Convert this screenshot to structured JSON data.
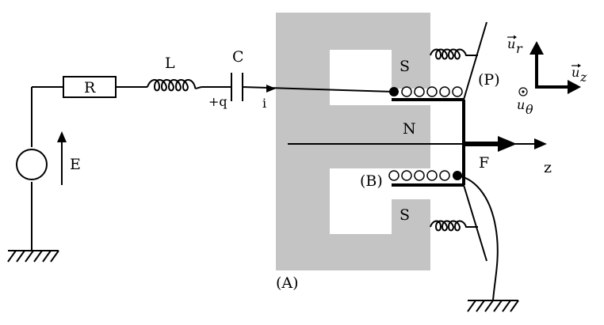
{
  "labels": {
    "R": "R",
    "L": "L",
    "C": "C",
    "charge": "+q",
    "current": "i",
    "E": "E",
    "S_top": "S",
    "S_bottom": "S",
    "N": "N",
    "P": "(P)",
    "B": "(B)",
    "F": "F",
    "z": "z",
    "A": "(A)",
    "u_r": "u",
    "u_r_sub": "r",
    "u_z": "u",
    "u_z_sub": "z",
    "u_theta": "u",
    "u_theta_sub": "θ"
  },
  "colors": {
    "magnet": "#c4c4c4",
    "ink": "#000000"
  }
}
